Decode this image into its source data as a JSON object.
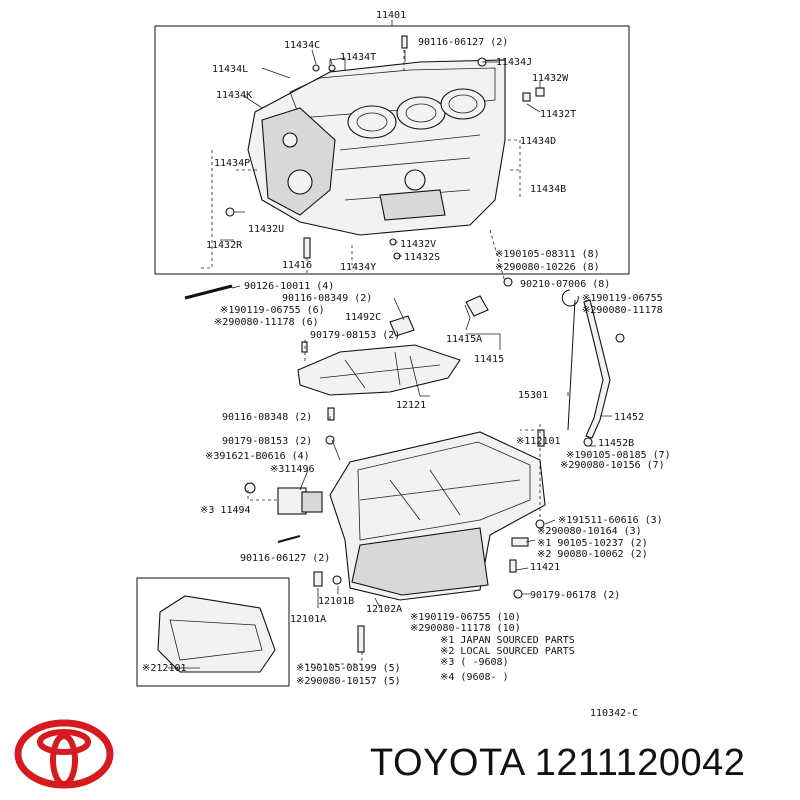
{
  "brand": {
    "name": "TOYOTA",
    "part_number": "1211120042",
    "logo": "toyota-logo"
  },
  "diagram_code": "110342-C",
  "labels": {
    "l11401": "11401",
    "l11434c": "11434C",
    "l90116_06127a": "90116-06127 (2)",
    "l11434l": "11434L",
    "l11434t": "11434T",
    "l11434j": "11434J",
    "l11432w": "11432W",
    "l11434k": "11434K",
    "l11432t": "11432T",
    "l11434d": "11434D",
    "l11434p": "11434P",
    "l11434b": "11434B",
    "l11432u": "11432U",
    "l11432r": "11432R",
    "l11432v": "11432V",
    "l190105_08311": "※190105-08311 (8)",
    "l11416": "11416",
    "l11434y": "11434Y",
    "l11432s": "11432S",
    "l290080_10226": "※290080-10226 (8)",
    "l90126_10011": "90126-10011 (4)",
    "l90210_07006": "90210-07006 (8)",
    "l90116_08349": "90116-08349 (2)",
    "l190119_06755a": "※190119-06755",
    "l190119_06755b": "※190119-06755 (6)",
    "l11492c": "11492C",
    "l290080_11178a": "※290080-11178",
    "l290080_11178b": "※290080-11178 (6)",
    "l11415a": "11415A",
    "l90179_08153a": "90179-08153 (2)",
    "l11415": "11415",
    "l15301": "15301",
    "l12121": "12121",
    "l90116_08348": "90116-08348 (2)",
    "l11452": "11452",
    "l12101": "※112101",
    "l90179_08153b": "90179-08153 (2)",
    "l11452b": "11452B",
    "l391621": "※391621-B0616 (4)",
    "l190105_08185": "※190105-08185 (7)",
    "l311496": "※311496",
    "l290080_10156": "※290080-10156 (7)",
    "l11494": "※3  11494",
    "l191511": "※191511-60616 (3)",
    "l290080_10164": "※290080-10164 (3)",
    "l90105_10237": "※1  90105-10237 (2)",
    "l90116_06127b": "90116-06127 (2)",
    "l90080_10062": "※2  90080-10062 (2)",
    "l11421": "11421",
    "l12101b": "12101B",
    "l90179_06178": "90179-06178 (2)",
    "l12101a": "12101A",
    "l12102a": "12102A",
    "l190119_06755c": "※190119-06755 (10)",
    "l290080_11178c": "※290080-11178 (10)",
    "l212101": "※212101",
    "l190105_08199": "※190105-08199 (5)",
    "l290080_10157": "※290080-10157 (5)"
  },
  "notes": [
    "※1  JAPAN  SOURCED  PARTS",
    "※2  LOCAL  SOURCED  PARTS",
    "※3  (        -9608)",
    "※4  (9608-         )"
  ]
}
